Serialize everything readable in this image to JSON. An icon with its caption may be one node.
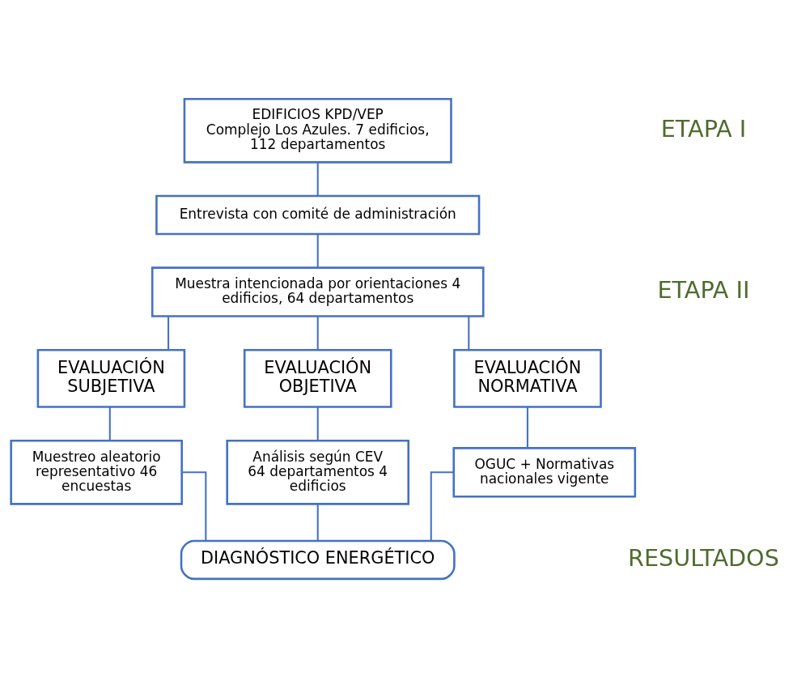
{
  "diagram": {
    "nodes": [
      {
        "text": [
          "EDIFICIOS KPD/VEP",
          "Complejo Los Azules. 7 edificios, 112 departamentos"
        ]
      },
      {
        "text": [
          "Entrevista con comité de administración"
        ]
      },
      {
        "text": [
          "Muestra intencionada por orientaciones 4 edificios, 64 departamentos"
        ]
      },
      {
        "text": [
          "EVALUACIÓN SUBJETIVA"
        ]
      },
      {
        "text": [
          "EVALUACIÓN OBJETIVA"
        ]
      },
      {
        "text": [
          "EVALUACIÓN NORMATIVA"
        ]
      },
      {
        "text": [
          "Muestreo aleatorio representativo 46 encuestas"
        ]
      },
      {
        "text": [
          "Análisis según CEV 64 departamentos 4 edificios"
        ]
      },
      {
        "text": [
          "OGUC + Normativas nacionales vigente"
        ]
      },
      {
        "text": [
          "DIAGNÓSTICO ENERGÉTICO"
        ]
      }
    ],
    "edges": [
      {
        "from": 0,
        "to": 1,
        "arrow": "none"
      },
      {
        "from": 1,
        "to": 2,
        "arrow": "none"
      },
      {
        "from": 2,
        "to": 3,
        "arrow": "none"
      },
      {
        "from": 2,
        "to": 4,
        "arrow": "none"
      },
      {
        "from": 2,
        "to": 5,
        "arrow": "none"
      },
      {
        "from": 3,
        "to": 6,
        "arrow": "none"
      },
      {
        "from": 4,
        "to": 7,
        "arrow": "none"
      },
      {
        "from": 5,
        "to": 8,
        "arrow": "none"
      },
      {
        "from": 6,
        "to": 9,
        "arrow": "none"
      },
      {
        "from": 7,
        "to": 9,
        "arrow": "none"
      },
      {
        "from": 8,
        "to": 9,
        "arrow": "none"
      }
    ],
    "labels": [
      "ETAPA I",
      "ETAPA II",
      "RESULTADOS"
    ]
  }
}
